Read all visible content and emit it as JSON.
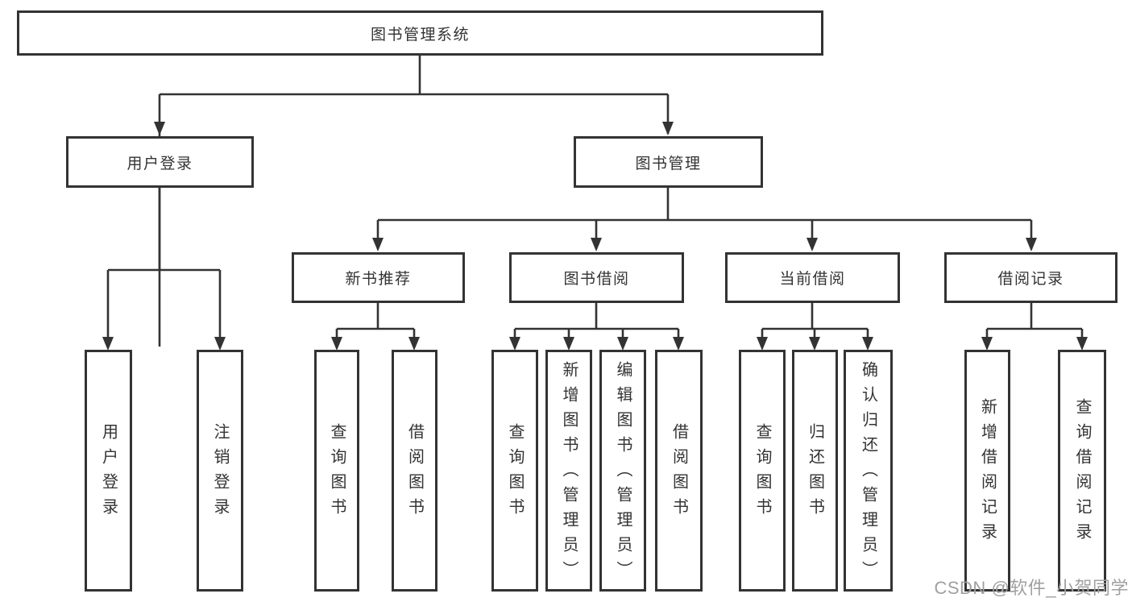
{
  "diagram": {
    "root": {
      "label": "图书管理系统"
    },
    "level2": [
      {
        "label": "用户登录"
      },
      {
        "label": "图书管理"
      }
    ],
    "level3": [
      {
        "label": "新书推荐"
      },
      {
        "label": "图书借阅"
      },
      {
        "label": "当前借阅"
      },
      {
        "label": "借阅记录"
      }
    ],
    "leaves": {
      "user_login": "用户登录",
      "logout": "注销登录",
      "query_books_recommend": "查询图书",
      "borrow_books_recommend": "借阅图书",
      "query_books_borrow": "查询图书",
      "add_books_admin": "新增图书（管理员）",
      "edit_books_admin": "编辑图书（管理员）",
      "borrow_books_borrow": "借阅图书",
      "query_books_current": "查询图书",
      "return_books": "归还图书",
      "confirm_return_admin": "确认归还（管理员）",
      "add_borrow_record": "新增借阅记录",
      "query_borrow_record": "查询借阅记录"
    }
  },
  "watermark": {
    "text": "CSDN @软件_小贺同学"
  },
  "colors": {
    "line": "#333333",
    "text": "#333333",
    "box_background": "#ffffff",
    "watermark": "#a0a0a0"
  }
}
